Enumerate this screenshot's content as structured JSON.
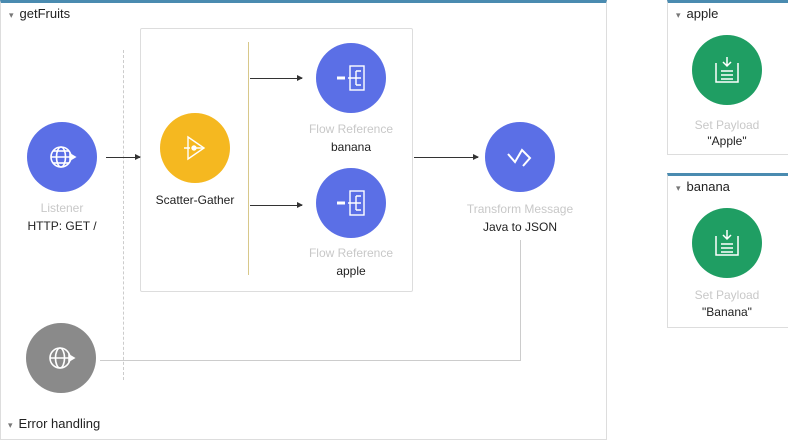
{
  "main_flow": {
    "title": "getFruits",
    "error_handling": "Error handling",
    "listener": {
      "type": "Listener",
      "name": "HTTP: GET /"
    },
    "scatter": {
      "name": "Scatter-Gather"
    },
    "ref_banana": {
      "type": "Flow Reference",
      "name": "banana"
    },
    "ref_apple": {
      "type": "Flow Reference",
      "name": "apple"
    },
    "transform": {
      "type": "Transform Message",
      "name": "Java to JSON"
    }
  },
  "apple_flow": {
    "title": "apple",
    "type": "Set Payload",
    "name": "\"Apple\""
  },
  "banana_flow": {
    "title": "banana",
    "type": "Set Payload",
    "name": "\"Banana\""
  },
  "colors": {
    "blue": "#5b6fe6",
    "yellow": "#f5b820",
    "green": "#1f9e63",
    "gray": "#8a8a8a"
  }
}
